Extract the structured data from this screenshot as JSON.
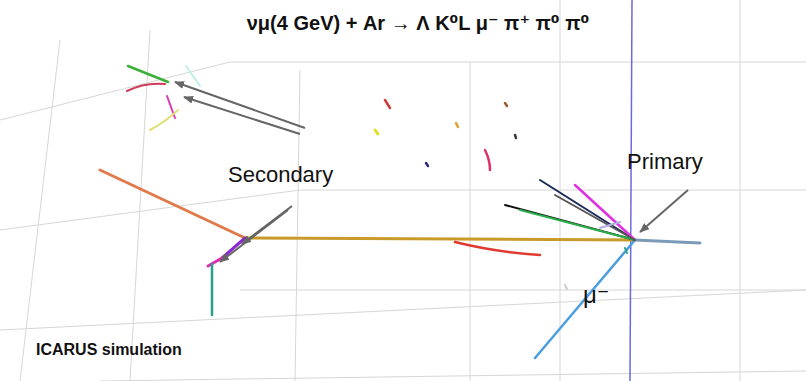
{
  "diagram": {
    "title": "νμ(4 GeV) + Ar → Λ K⁰L μ⁻ π⁺ π⁰ π⁰",
    "labels": [
      "Secondary",
      "Primary",
      "μ⁻",
      "ICARUS simulation"
    ]
  }
}
